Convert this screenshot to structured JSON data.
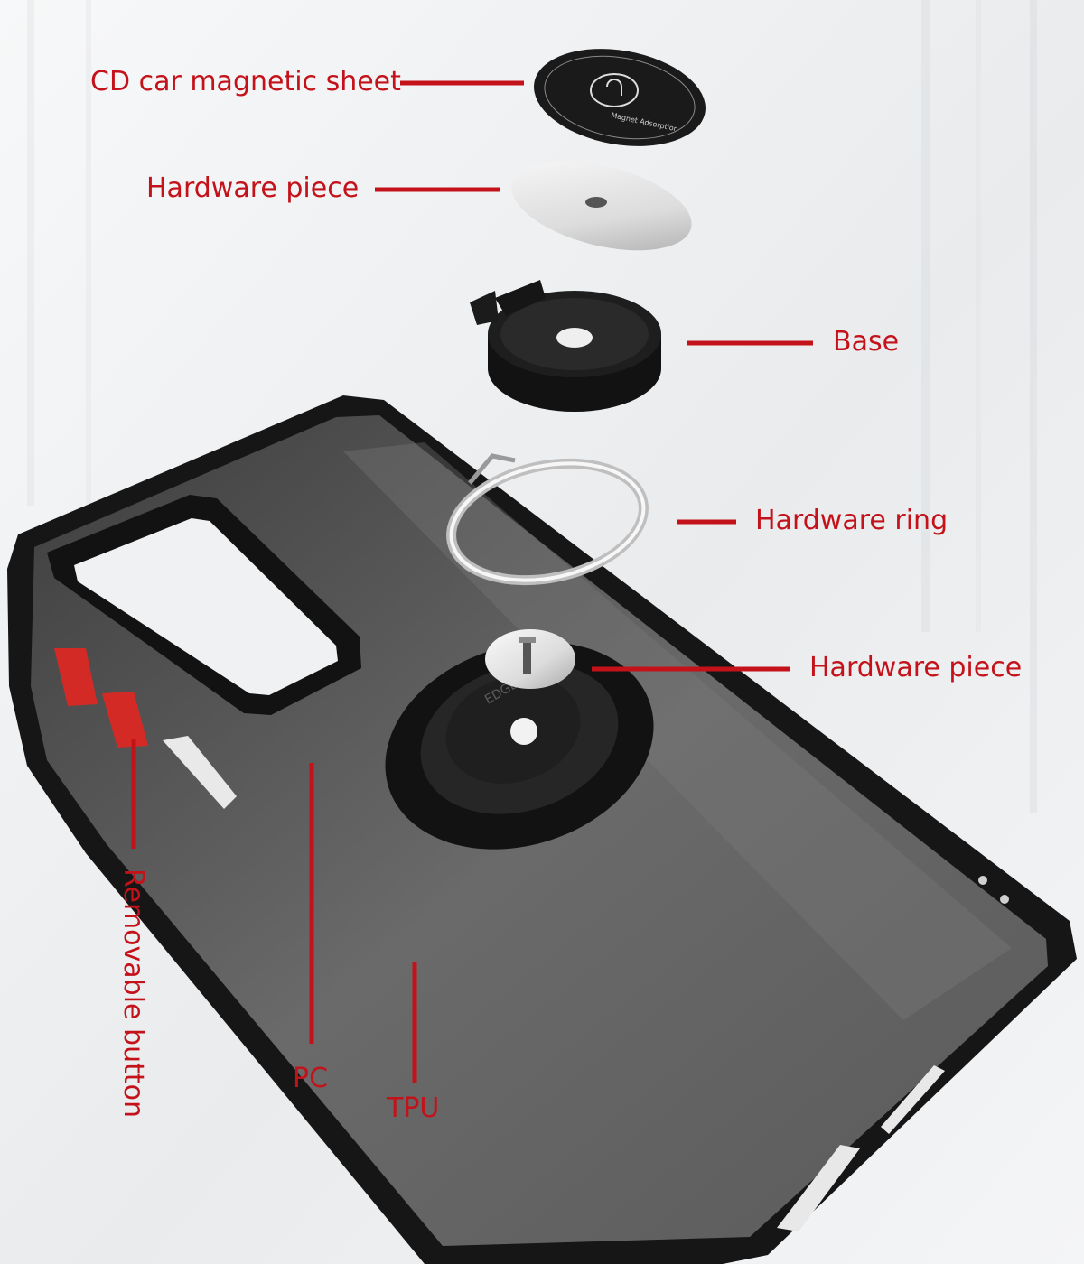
{
  "labels": {
    "cd_sheet": "CD car magnetic sheet",
    "hardware_piece_top": "Hardware piece",
    "base": "Base",
    "hardware_ring": "Hardware ring",
    "hardware_piece_lower": "Hardware piece",
    "removable_button": "Removable button",
    "pc": "PC",
    "tpu": "TPU"
  },
  "disc_print": {
    "sheet_text": "Magnet Adsorption",
    "model_text": "EDGE 20 PRO"
  },
  "colors": {
    "label_red": "#c4121a",
    "case_black": "#161616",
    "button_red": "#d42a25",
    "background": "#eef0f2"
  }
}
